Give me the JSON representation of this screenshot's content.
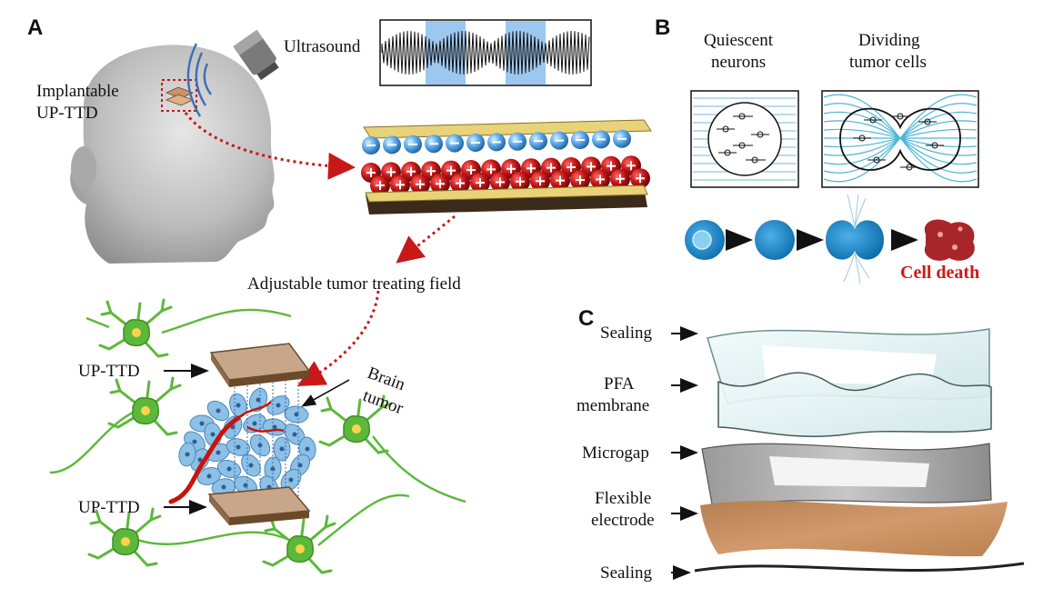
{
  "panels": {
    "a": "A",
    "b": "B",
    "c": "C"
  },
  "panel_a": {
    "ultrasound": "Ultrasound",
    "implant_line1": "Implantable",
    "implant_line2": "UP-TTD",
    "field": "Adjustable  tumor  treating field",
    "udtt_top": "UP-TTD",
    "udtt_bottom": "UP-TTD",
    "tumor_line1": "Brain",
    "tumor_line2": "tumor"
  },
  "panel_b": {
    "neurons_line1": "Quiescent",
    "neurons_line2": "neurons",
    "tumor_line1": "Dividing",
    "tumor_line2": "tumor cells",
    "cell_death": "Cell death"
  },
  "panel_c": {
    "layers": [
      "Sealing",
      "PFA",
      "membrane",
      "Microgap",
      "Flexible",
      "electrode",
      "Sealing"
    ]
  },
  "colors": {
    "accent_red": "#c81818",
    "ultrasound_band": "#9cc8f0",
    "neuron_green": "#5cb83a",
    "tumor_blue": "#7fb6e0",
    "cell_blue": "#1e8fd0",
    "electrode_brown": "#c8956a",
    "electrode_gold": "#e8d27a"
  },
  "icons": [
    "head-icon",
    "transducer-icon",
    "neuron-icon",
    "tumor-cells-icon",
    "arrow-icon"
  ]
}
